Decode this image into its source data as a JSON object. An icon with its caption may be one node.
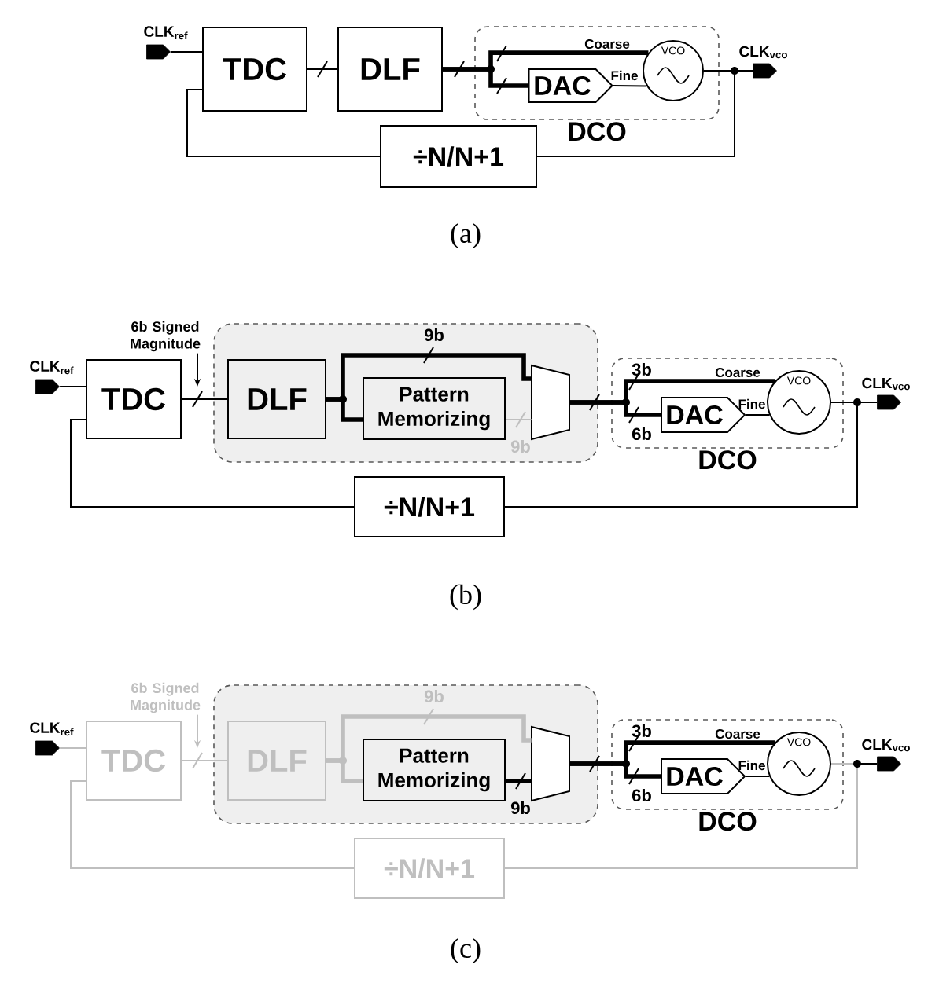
{
  "diagram": {
    "nodes": [
      {
        "text": [
          "CLK$_{ref}$"
        ]
      },
      {
        "text": [
          "TDC"
        ]
      },
      {
        "text": [
          "DLF"
        ]
      },
      {
        "text": [
          "DCO"
        ]
      },
      {
        "text": [
          "DAC"
        ],
        "in": 3
      },
      {
        "text": [
          "VCO"
        ],
        "in": 3
      },
      {
        "text": [
          "CLK$_{vco}$"
        ]
      },
      {
        "text": [
          "÷N/N+1"
        ]
      },
      {
        "text": [
          "CLK$_{ref}$"
        ]
      },
      {
        "text": [
          "6b Signed Magnitude"
        ]
      },
      {
        "text": [
          "TDC"
        ]
      },
      {
        "text": [],
        "shape": "box"
      },
      {
        "text": [
          "DLF"
        ],
        "in": 11
      },
      {
        "text": [
          "Pattern Memorizing"
        ],
        "in": 11
      },
      {
        "text": [],
        "shape": "trapezoid",
        "in": 11
      },
      {
        "text": [
          "DCO"
        ]
      },
      {
        "text": [
          "DAC"
        ],
        "in": 15
      },
      {
        "text": [
          "VCO"
        ],
        "in": 15
      },
      {
        "text": [
          "CLK$_{vco}$"
        ]
      },
      {
        "text": [
          "÷N/N+1"
        ]
      },
      {
        "text": [
          "CLK$_{ref}$"
        ]
      },
      {
        "text": [
          "6b Signed Magnitude"
        ]
      },
      {
        "text": [
          "TDC"
        ]
      },
      {
        "text": [],
        "shape": "box"
      },
      {
        "text": [
          "DLF"
        ],
        "in": 23
      },
      {
        "text": [
          "Pattern Memorizing"
        ],
        "in": 23
      },
      {
        "text": [],
        "shape": "trapezoid",
        "in": 23
      },
      {
        "text": [
          "DCO"
        ]
      },
      {
        "text": [
          "DAC"
        ],
        "in": 27
      },
      {
        "text": [
          "VCO"
        ],
        "in": 27
      },
      {
        "text": [
          "CLK$_{vco}$"
        ]
      },
      {
        "text": [
          "÷N/N+1"
        ]
      }
    ],
    "edges": [
      {
        "from": 0,
        "to": 1,
        "arrow": "none"
      },
      {
        "from": 1,
        "to": 2,
        "arrow": "none"
      },
      {
        "from": 2,
        "to": 4,
        "arrow": "none",
        "style": "thick"
      },
      {
        "from": 2,
        "to": 5,
        "arrow": "none",
        "style": "thick",
        "label": "Coarse"
      },
      {
        "from": 4,
        "to": 5,
        "arrow": "none",
        "label": "Fine"
      },
      {
        "from": 5,
        "to": 6,
        "arrow": "none"
      },
      {
        "from": 5,
        "to": 7,
        "arrow": "none"
      },
      {
        "from": 7,
        "to": 1,
        "arrow": "none"
      },
      {
        "from": 8,
        "to": 10,
        "arrow": "none"
      },
      {
        "from": 9,
        "to": null,
        "arrow": "to"
      },
      {
        "from": 10,
        "to": 12,
        "arrow": "none"
      },
      {
        "from": 12,
        "to": 14,
        "arrow": "none",
        "style": "thick"
      },
      {
        "from": 12,
        "to": 13,
        "arrow": "none",
        "style": "thick"
      },
      {
        "from": 13,
        "to": 14,
        "arrow": "none",
        "color": "#bfbfbf"
      },
      {
        "from": 14,
        "to": 16,
        "arrow": "none",
        "style": "thick"
      },
      {
        "from": 14,
        "to": 17,
        "arrow": "none",
        "style": "thick",
        "label": "Coarse"
      },
      {
        "from": 16,
        "to": 17,
        "arrow": "none",
        "label": "Fine"
      },
      {
        "from": 17,
        "to": 18,
        "arrow": "none"
      },
      {
        "from": 17,
        "to": 19,
        "arrow": "none"
      },
      {
        "from": 19,
        "to": 10,
        "arrow": "none"
      },
      {
        "from": 20,
        "to": 22,
        "arrow": "none",
        "color": "#bfbfbf"
      },
      {
        "from": 21,
        "to": null,
        "arrow": "to",
        "color": "#bfbfbf"
      },
      {
        "from": 22,
        "to": 24,
        "arrow": "none",
        "color": "#bfbfbf"
      },
      {
        "from": 24,
        "to": 26,
        "arrow": "none",
        "style": "thick",
        "color": "#bfbfbf"
      },
      {
        "from": 24,
        "to": 25,
        "arrow": "none",
        "style": "thick",
        "color": "#bfbfbf"
      },
      {
        "from": 25,
        "to": 26,
        "arrow": "none",
        "style": "thick"
      },
      {
        "from": 26,
        "to": 28,
        "arrow": "none",
        "style": "thick"
      },
      {
        "from": 26,
        "to": 29,
        "arrow": "none",
        "style": "thick",
        "label": "Coarse"
      },
      {
        "from": 28,
        "to": 29,
        "arrow": "none",
        "label": "Fine"
      },
      {
        "from": 29,
        "to": 30,
        "arrow": "none"
      },
      {
        "from": 29,
        "to": 31,
        "arrow": "none",
        "color": "#bfbfbf"
      },
      {
        "from": 31,
        "to": 22,
        "arrow": "none",
        "color": "#bfbfbf"
      }
    ],
    "labels": [
      "(a)",
      "9b",
      "9b",
      "3b",
      "6b",
      "(b)",
      "9b",
      "9b",
      "3b",
      "6b",
      "(c)"
    ]
  }
}
